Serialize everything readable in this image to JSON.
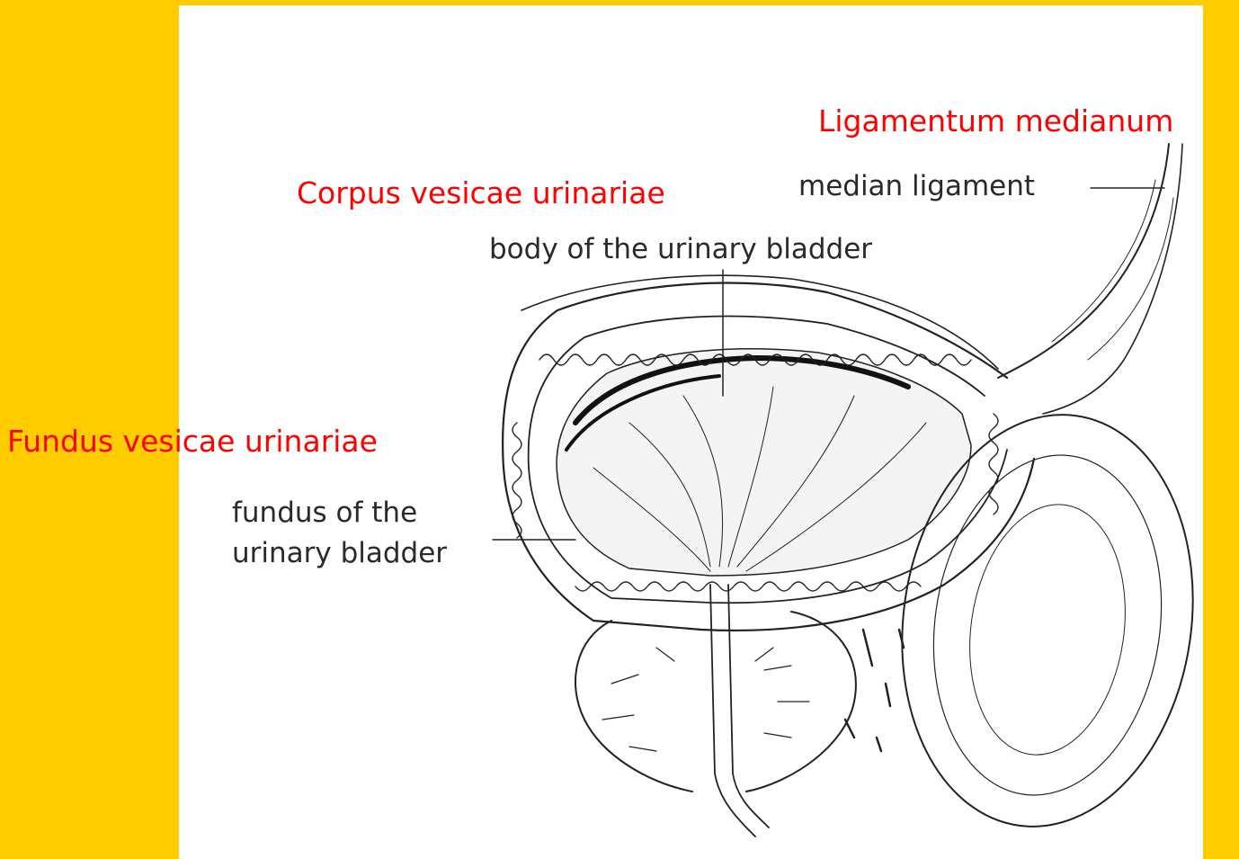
{
  "colors": {
    "background": "#ffcc00",
    "panel": "#ffffff",
    "latin_label": "#ff0000",
    "english_label": "#2a2a2a",
    "line_art": "#222222"
  },
  "labels": {
    "latin": {
      "ligamentum_medianum": "Ligamentum medianum",
      "corpus": "Corpus vesicae urinariae",
      "fundus": "Fundus vesicae urinariae"
    },
    "english": {
      "median_ligament": "median ligament",
      "body": "body of the urinary bladder",
      "fundus_line1": "fundus of the",
      "fundus_line2": "urinary bladder"
    }
  }
}
